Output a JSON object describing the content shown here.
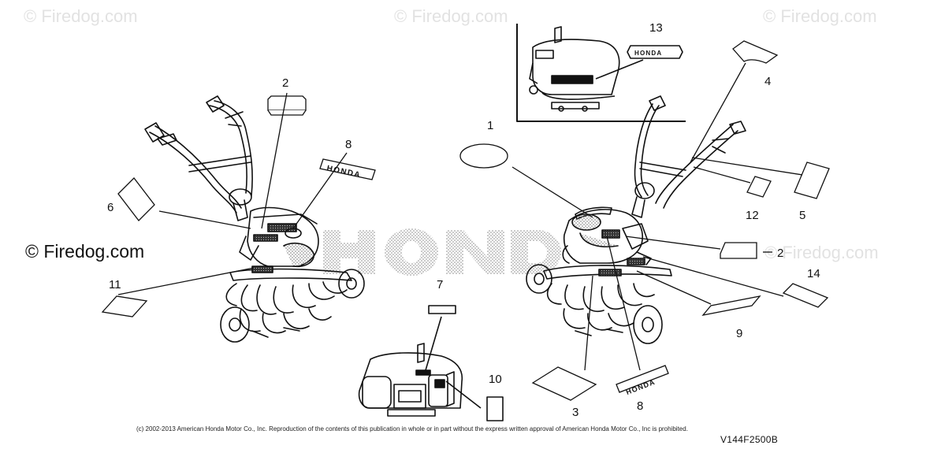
{
  "watermarks": {
    "top_left": "© Firedog.com",
    "top_center": "© Firedog.com",
    "top_right": "© Firedog.com",
    "mid_left": "© Firedog.com",
    "mid_right": "© Firedog.com"
  },
  "callouts": {
    "c1": "1",
    "c2a": "2",
    "c2b": "2",
    "c3": "3",
    "c4": "4",
    "c5": "5",
    "c6": "6",
    "c7": "7",
    "c8a": "8",
    "c8b": "8",
    "c9": "9",
    "c10": "10",
    "c11": "11",
    "c12": "12",
    "c13": "13",
    "c14": "14"
  },
  "brand_label": "HONDA",
  "copyright": "(c) 2002-2013 American Honda Motor Co., Inc. Reproduction of the contents of this publication in whole or in part without the express written approval of American Honda Motor Co., Inc is prohibited.",
  "figure_code": "V144F2500B"
}
